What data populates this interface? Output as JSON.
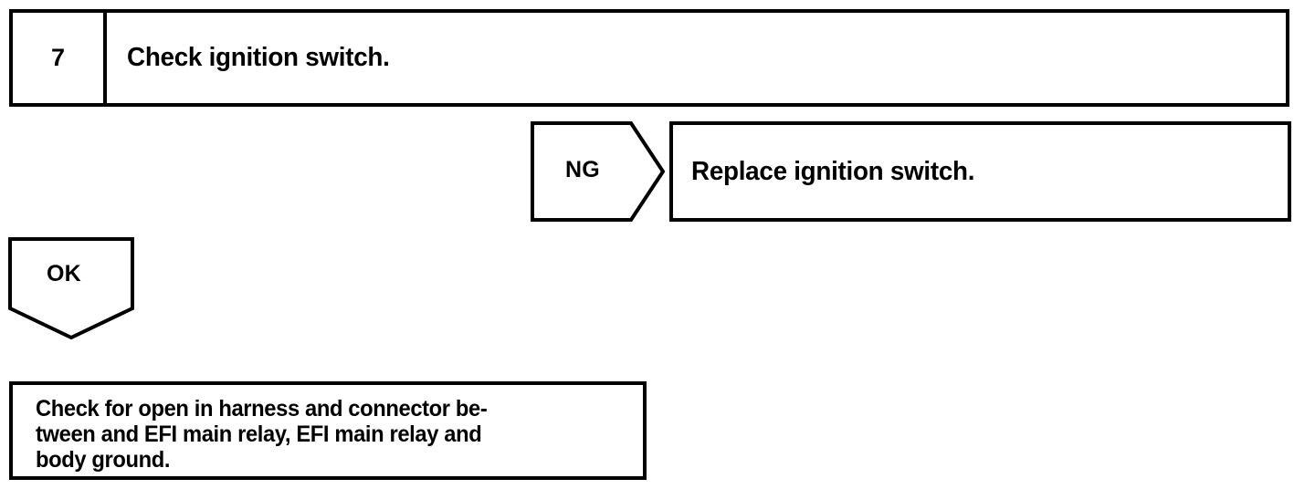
{
  "document": {
    "type": "troubleshooting-flowchart",
    "ink_color": "#000000",
    "background_color": "#ffffff"
  },
  "step": {
    "number": "7",
    "instruction": "Check ignition switch."
  },
  "branches": [
    {
      "result_label": "NG",
      "direction": "right",
      "action": "Replace ignition switch."
    },
    {
      "result_label": "OK",
      "direction": "down",
      "action": ""
    }
  ],
  "ng_branch": {
    "label": "NG",
    "action_text": "Replace ignition switch."
  },
  "ok_branch": {
    "label": "OK"
  },
  "result_box": {
    "lines": [
      "Check for open in harness and connector be-",
      "tween and EFI main relay, EFI main relay and",
      "body ground."
    ]
  }
}
